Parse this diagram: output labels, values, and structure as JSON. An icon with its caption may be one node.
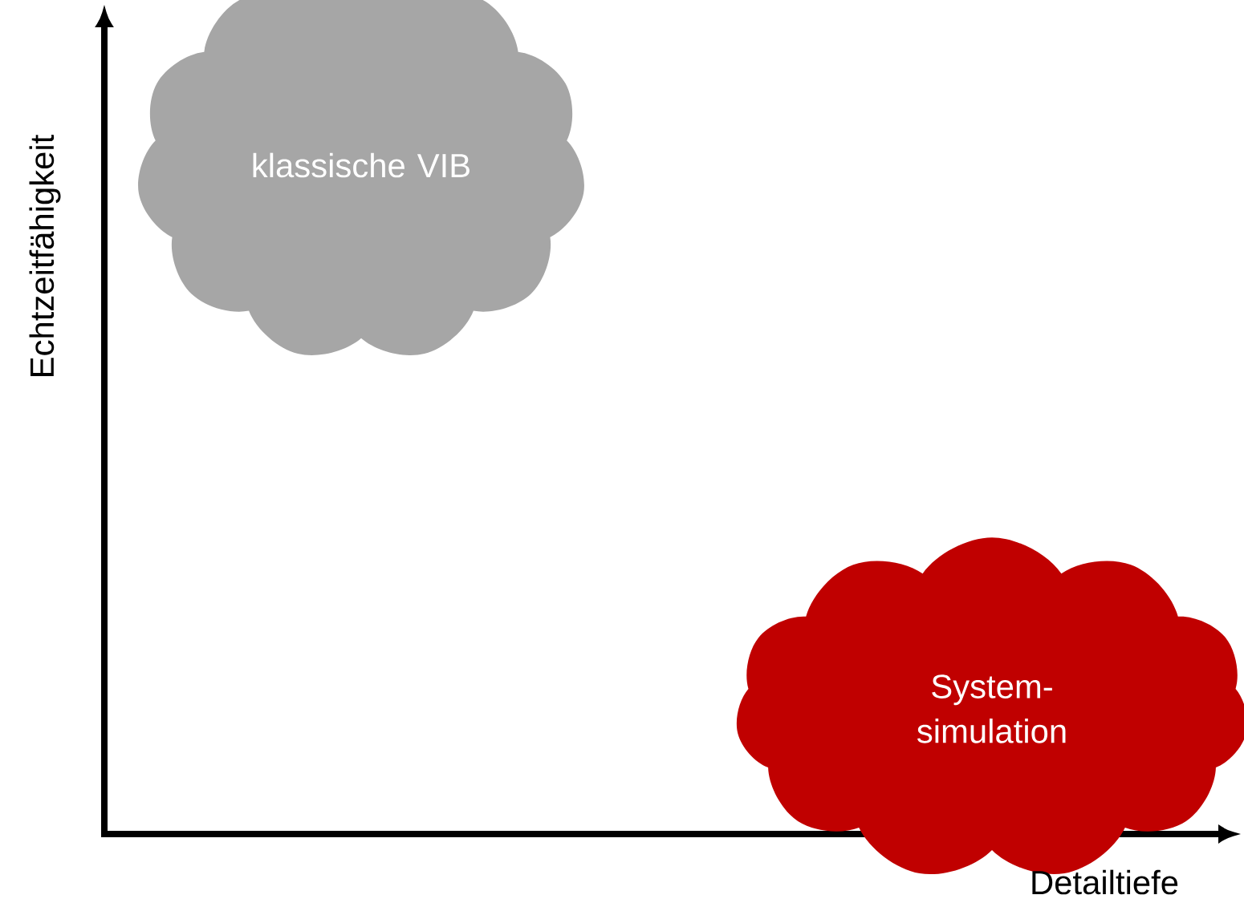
{
  "diagram": {
    "nodes": [
      {
        "text": [
          "klassische VIB"
        ]
      },
      {
        "text": [
          "System- simulation"
        ]
      }
    ],
    "edges": [],
    "labels": [
      "Echtzeitfähigkeit",
      "Detailtiefe"
    ]
  }
}
